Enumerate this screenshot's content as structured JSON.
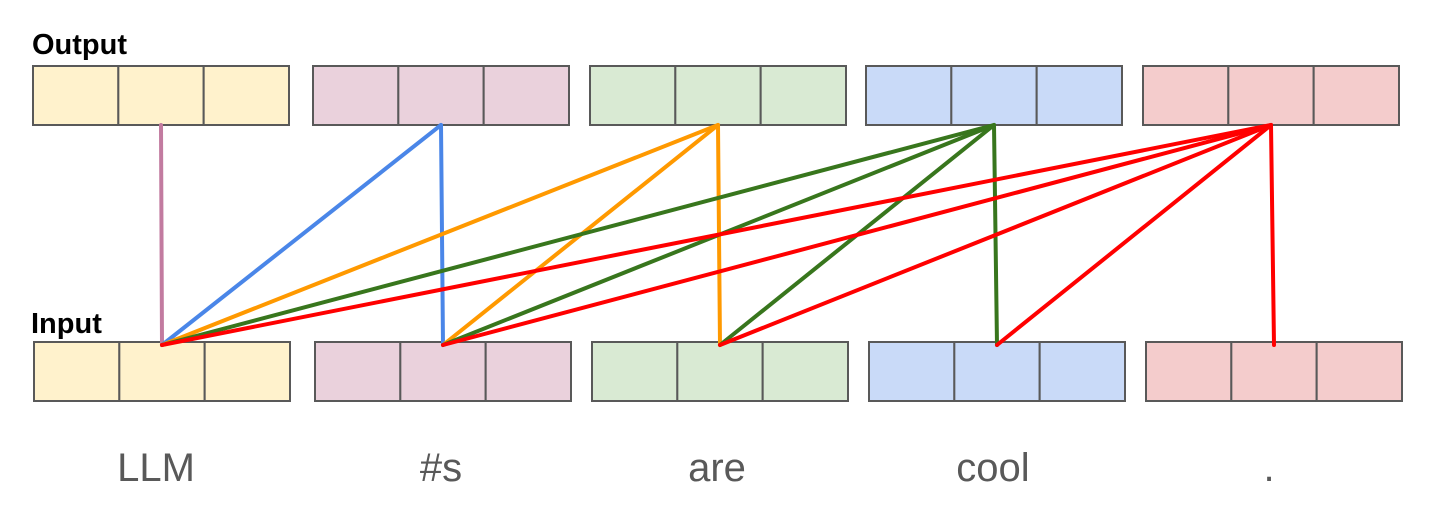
{
  "labels": {
    "output": "Output",
    "input": "Input"
  },
  "tokens": [
    {
      "text": "LLM",
      "fill": "#fff2cc"
    },
    {
      "text": "#s",
      "fill": "#ead1dc"
    },
    {
      "text": "are",
      "fill": "#d9ead3"
    },
    {
      "text": "cool",
      "fill": "#c9daf8"
    },
    {
      "text": ".",
      "fill": "#f4cccc"
    }
  ],
  "cells_per_vector": 3,
  "border_color": "#595959",
  "attention_colors": [
    "#c27ba0",
    "#4a86e8",
    "#ff9900",
    "#38761d",
    "#ff0000"
  ]
}
